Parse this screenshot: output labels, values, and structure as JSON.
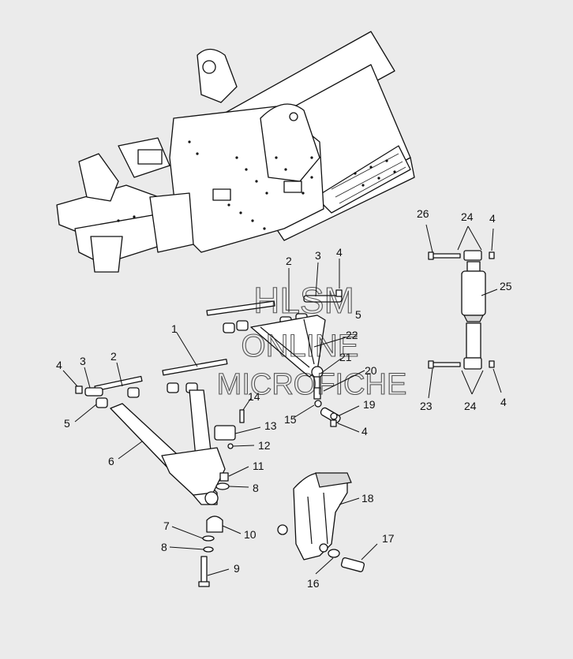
{
  "diagram": {
    "watermark": {
      "line1": "HLSM",
      "line2": "ONLINE",
      "line3": "MICROFICHE"
    },
    "callouts": {
      "c1": "1",
      "c2a": "2",
      "c2b": "2",
      "c3a": "3",
      "c3b": "3",
      "c4a": "4",
      "c4b": "4",
      "c4c": "4",
      "c4d": "4",
      "c4e": "4",
      "c5a": "5",
      "c5b": "5",
      "c6": "6",
      "c7": "7",
      "c8a": "8",
      "c8b": "8",
      "c9": "9",
      "c10": "10",
      "c11": "11",
      "c12": "12",
      "c13": "13",
      "c14": "14",
      "c15": "15",
      "c16": "16",
      "c17": "17",
      "c18": "18",
      "c19": "19",
      "c20": "20",
      "c21": "21",
      "c22": "22",
      "c23": "23",
      "c24a": "24",
      "c24b": "24",
      "c25": "25",
      "c26": "26"
    }
  }
}
